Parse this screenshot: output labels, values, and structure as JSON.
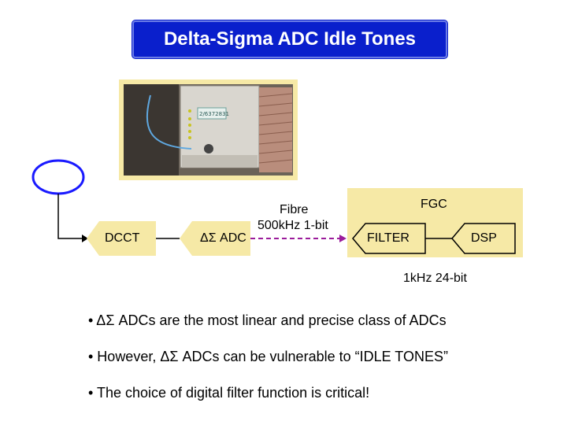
{
  "title": "Delta-Sigma ADC Idle Tones",
  "photo": {
    "serial_label": "2/6372831"
  },
  "blocks": {
    "dcct": "DCCT",
    "adc": "ΔΣ ADC",
    "fgc": "FGC",
    "filter": "FILTER",
    "dsp": "DSP"
  },
  "links": {
    "fibre_line1": "Fibre",
    "fibre_line2": "500kHz 1-bit",
    "output": "1kHz 24-bit"
  },
  "bullets": [
    "• ΔΣ ADCs are the most linear and precise class of ADCs",
    "• However, ΔΣ ADCs can be vulnerable to “IDLE TONES”",
    "• The choice of digital filter function is critical!"
  ],
  "colors": {
    "title_bg": "#0a1fcc",
    "block_fill": "#f6e9a6",
    "ring": "#1a1aff",
    "fibre_line": "#9b1c9b",
    "photo_frame": "#f6e9a6"
  }
}
